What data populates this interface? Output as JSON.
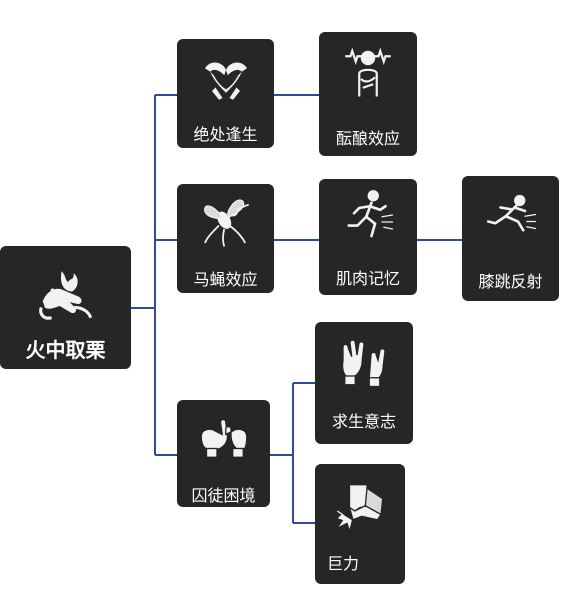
{
  "tree": {
    "root": {
      "label": "火中取栗",
      "icon": "hand-grabbing-fire-icon"
    },
    "nodes": {
      "n1": {
        "label": "绝处逢生",
        "icon": "heart-hands-icon"
      },
      "n2": {
        "label": "酝酿效应",
        "icon": "stressed-person-icon"
      },
      "n3": {
        "label": "马蝇效应",
        "icon": "horsefly-icon"
      },
      "n4": {
        "label": "肌肉记忆",
        "icon": "running-person-icon"
      },
      "n5": {
        "label": "膝跳反射",
        "icon": "leaping-person-icon"
      },
      "n6": {
        "label": "囚徒困境",
        "icon": "pinky-promise-icon"
      },
      "n7": {
        "label": "求生意志",
        "icon": "clawing-hands-icon"
      },
      "n8": {
        "label": "巨力",
        "icon": "fist-impact-icon"
      }
    },
    "connector_color": "#2f4a9a",
    "node_color": "#262626"
  }
}
